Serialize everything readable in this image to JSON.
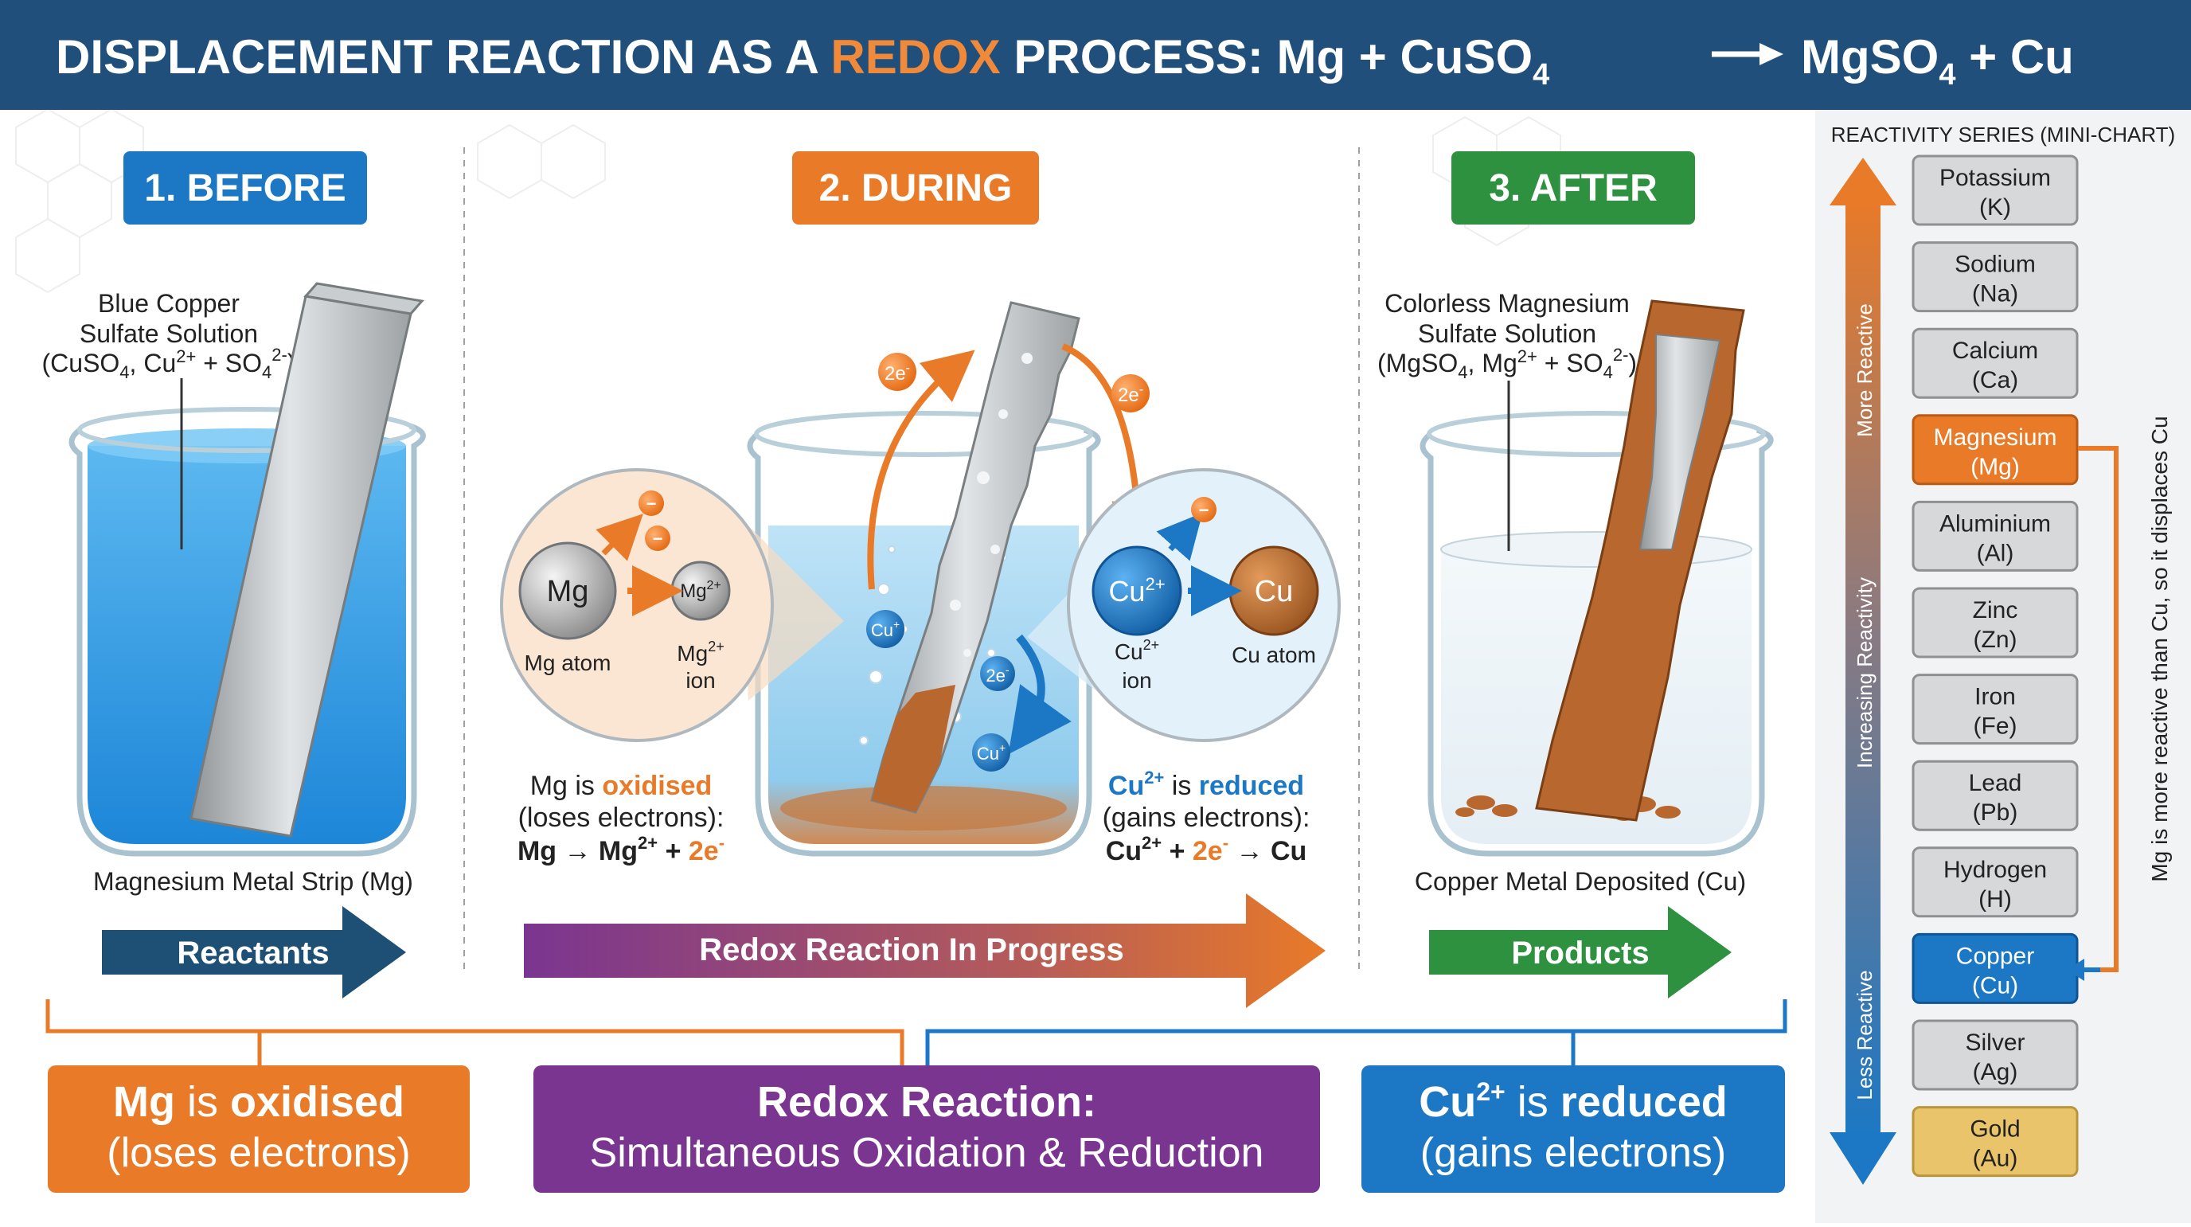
{
  "colors": {
    "header_bg": "#1f4f7a",
    "orange": "#e87a28",
    "blue": "#1c78c4",
    "green": "#2d9140",
    "purple": "#7a3590",
    "navy": "#1e4f74",
    "solution_blue": "#2e9be6",
    "copper": "#b8682f"
  },
  "header": {
    "part1": "DISPLACEMENT REACTION AS A ",
    "part2": "REDOX",
    "part3": " PROCESS: Mg + CuSO",
    "sub4a": "4",
    "part4": "MgSO",
    "sub4b": "4",
    "part5": " + Cu"
  },
  "before": {
    "title": "1. BEFORE",
    "sol_line1": "Blue Copper",
    "sol_line2": "Sulfate Solution",
    "sol_line3_a": "(CuSO",
    "sol_line3_sub1": "4",
    "sol_line3_b": ", Cu",
    "sol_line3_sup1": "2+",
    "sol_line3_c": " + SO",
    "sol_line3_sub2": "4",
    "sol_line3_sup2": "2-",
    "sol_line3_d": ")",
    "strip_label": "Magnesium Metal Strip (Mg)",
    "arrow_label": "Reactants"
  },
  "during": {
    "title": "2. DURING",
    "electron_tag": "2e",
    "electron_sup": "-",
    "mg_atom_symbol": "Mg",
    "mg_atom_label": "Mg atom",
    "mg_ion_symbol": "Mg",
    "mg_ion_sup": "2+",
    "mg_ion_label_a": "Mg",
    "mg_ion_label_sup": "2+",
    "mg_ion_label_b": "ion",
    "cu_ion_symbol": "Cu",
    "cu_ion_sup": "2+",
    "cu_ion_label_a": "Cu",
    "cu_ion_label_sup": "2+",
    "cu_ion_label_b": "ion",
    "cu_atom_symbol": "Cu",
    "cu_atom_label": "Cu atom",
    "small_cu_a": "Cu",
    "small_cu_sup_a": "+",
    "small_cu_b": "Cu",
    "small_cu_sup_b": "+",
    "minus": "−",
    "ox_line1_a": "Mg is ",
    "ox_line1_b": "oxidised",
    "ox_line2": "(loses electrons):",
    "ox_eq_a": "Mg → Mg",
    "ox_eq_sup": "2+",
    "ox_eq_b": " + ",
    "ox_eq_c": "2e",
    "ox_eq_c_sup": "-",
    "red_line1_a": "Cu",
    "red_line1_sup": "2+",
    "red_line1_b": " is ",
    "red_line1_c": "reduced",
    "red_line2": "(gains electrons):",
    "red_eq_a": "Cu",
    "red_eq_sup": "2+",
    "red_eq_b": " + ",
    "red_eq_c": "2e",
    "red_eq_c_sup": "-",
    "red_eq_d": " → Cu",
    "arrow_label": "Redox Reaction In Progress"
  },
  "after": {
    "title": "3. AFTER",
    "sol_line1": "Colorless Magnesium",
    "sol_line2": "Sulfate Solution",
    "sol_line3_a": "(MgSO",
    "sol_line3_sub1": "4",
    "sol_line3_b": ", Mg",
    "sol_line3_sup1": "2+",
    "sol_line3_c": " + SO",
    "sol_line3_sub2": "4",
    "sol_line3_sup2": "2-",
    "sol_line3_d": ")",
    "deposit_label": "Copper Metal Deposited (Cu)",
    "arrow_label": "Products"
  },
  "summary": {
    "left_line1_a": "Mg",
    "left_line1_b": " is ",
    "left_line1_c": "oxidised",
    "left_line2": "(loses electrons)",
    "mid_line1": "Redox Reaction:",
    "mid_line2": "Simultaneous Oxidation & Reduction",
    "right_line1_a": "Cu",
    "right_line1_sup": "2+",
    "right_line1_b": " is ",
    "right_line1_c": "reduced",
    "right_line2": "(gains electrons)"
  },
  "reactivity": {
    "title": "REACTIVITY SERIES (MINI-CHART)",
    "more_label": "More Reactive",
    "increasing_label": "Increasing Reactivity",
    "less_label": "Less Reactive",
    "side_note": "Mg is more reactive than Cu, so it displaces Cu",
    "metals": [
      {
        "name": "Potassium",
        "symbol": "(K)",
        "style": "gray"
      },
      {
        "name": "Sodium",
        "symbol": "(Na)",
        "style": "gray"
      },
      {
        "name": "Calcium",
        "symbol": "(Ca)",
        "style": "gray"
      },
      {
        "name": "Magnesium",
        "symbol": "(Mg)",
        "style": "orange"
      },
      {
        "name": "Aluminium",
        "symbol": "(Al)",
        "style": "gray"
      },
      {
        "name": "Zinc",
        "symbol": "(Zn)",
        "style": "gray"
      },
      {
        "name": "Iron",
        "symbol": "(Fe)",
        "style": "gray"
      },
      {
        "name": "Lead",
        "symbol": "(Pb)",
        "style": "gray"
      },
      {
        "name": "Hydrogen",
        "symbol": "(H)",
        "style": "gray"
      },
      {
        "name": "Copper",
        "symbol": "(Cu)",
        "style": "blue"
      },
      {
        "name": "Silver",
        "symbol": "(Ag)",
        "style": "gray"
      },
      {
        "name": "Gold",
        "symbol": "(Au)",
        "style": "gold"
      }
    ]
  }
}
